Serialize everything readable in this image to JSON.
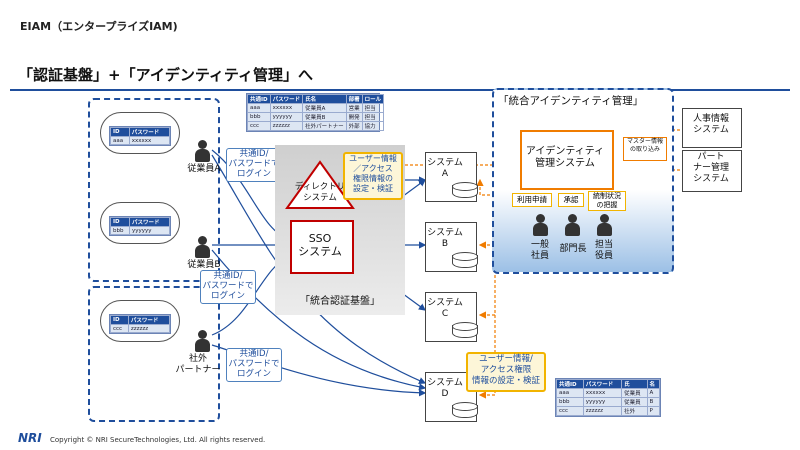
{
  "header": {
    "doc_label": "EIAM（エンタープライズIAM)"
  },
  "slide_title": "「認証基盤」+「アイデンティティ管理」へ",
  "users": {
    "employee_a": "従業員A",
    "employee_b": "従業員B",
    "partner": "社外\nパートナー",
    "cloud_id_header": [
      "ID",
      "パスワード"
    ],
    "cloud_a_row": [
      "aaa",
      "xxxxxx"
    ],
    "cloud_b_row": [
      "bbb",
      "yyyyyy"
    ],
    "cloud_c_row": [
      "ccc",
      "zzzzzz"
    ]
  },
  "login_callouts": {
    "top": "共通ID/\nパスワードで\nログイン",
    "middle": "共通ID/\nパスワードで\nログイン",
    "bottom": "共通ID/\nパスワードで\nログイン"
  },
  "directory": {
    "label": "ディレクトリ\nシステム",
    "table_header": [
      "共通ID",
      "パスワード",
      "氏名",
      "部署",
      "ロール"
    ],
    "table_rows": [
      [
        "aaa",
        "xxxxxx",
        "従業員A",
        "営業",
        "担当"
      ],
      [
        "bbb",
        "yyyyyy",
        "従業員B",
        "開発",
        "担当"
      ],
      [
        "ccc",
        "zzzzzz",
        "社外パートナー",
        "外部",
        "協力"
      ]
    ]
  },
  "sso": {
    "label": "SSO\nシステム"
  },
  "integrated_auth": {
    "label": "「統合認証基盤」"
  },
  "user_info_callout_top": "ユーザー情報\n／アクセス\n権限情報の\n設定・検証",
  "systems": [
    {
      "label": "システム\nA"
    },
    {
      "label": "システム\nB"
    },
    {
      "label": "システム\nC"
    },
    {
      "label": "システム\nD"
    }
  ],
  "identity_mgmt": {
    "panel_title": "「統合アイデンティティ管理」",
    "core_label": "アイデンティティ\n管理システム",
    "master_intake": "マスター情報\nの取り込み",
    "flows": [
      "利用申請",
      "承認",
      "統制状況\nの把握"
    ],
    "actors": [
      "一般\n社員",
      "部門長",
      "担当\n役員"
    ]
  },
  "external_systems": [
    {
      "label": "人事情報\nシステム"
    },
    {
      "label": "パート\nナー管理\nシステム"
    }
  ],
  "user_info_callout_bottom": "ユーザー情報/\nアクセス権限\n情報の設定・検証",
  "system_d_table": {
    "header": [
      "共通ID",
      "パスワード",
      "氏",
      "名"
    ],
    "rows": [
      [
        "aaa",
        "xxxxxx",
        "従業員",
        "A"
      ],
      [
        "bbb",
        "yyyyyy",
        "従業員",
        "B"
      ],
      [
        "ccc",
        "zzzzzz",
        "社外",
        "P"
      ]
    ]
  },
  "footer": {
    "logo": "NRI",
    "copyright": "Copyright © NRI SecureTechnologies, Ltd. All rights reserved."
  },
  "colors": {
    "accent_blue": "#1f4e9c",
    "orange": "#f07c00",
    "yellow": "#f2b400"
  }
}
